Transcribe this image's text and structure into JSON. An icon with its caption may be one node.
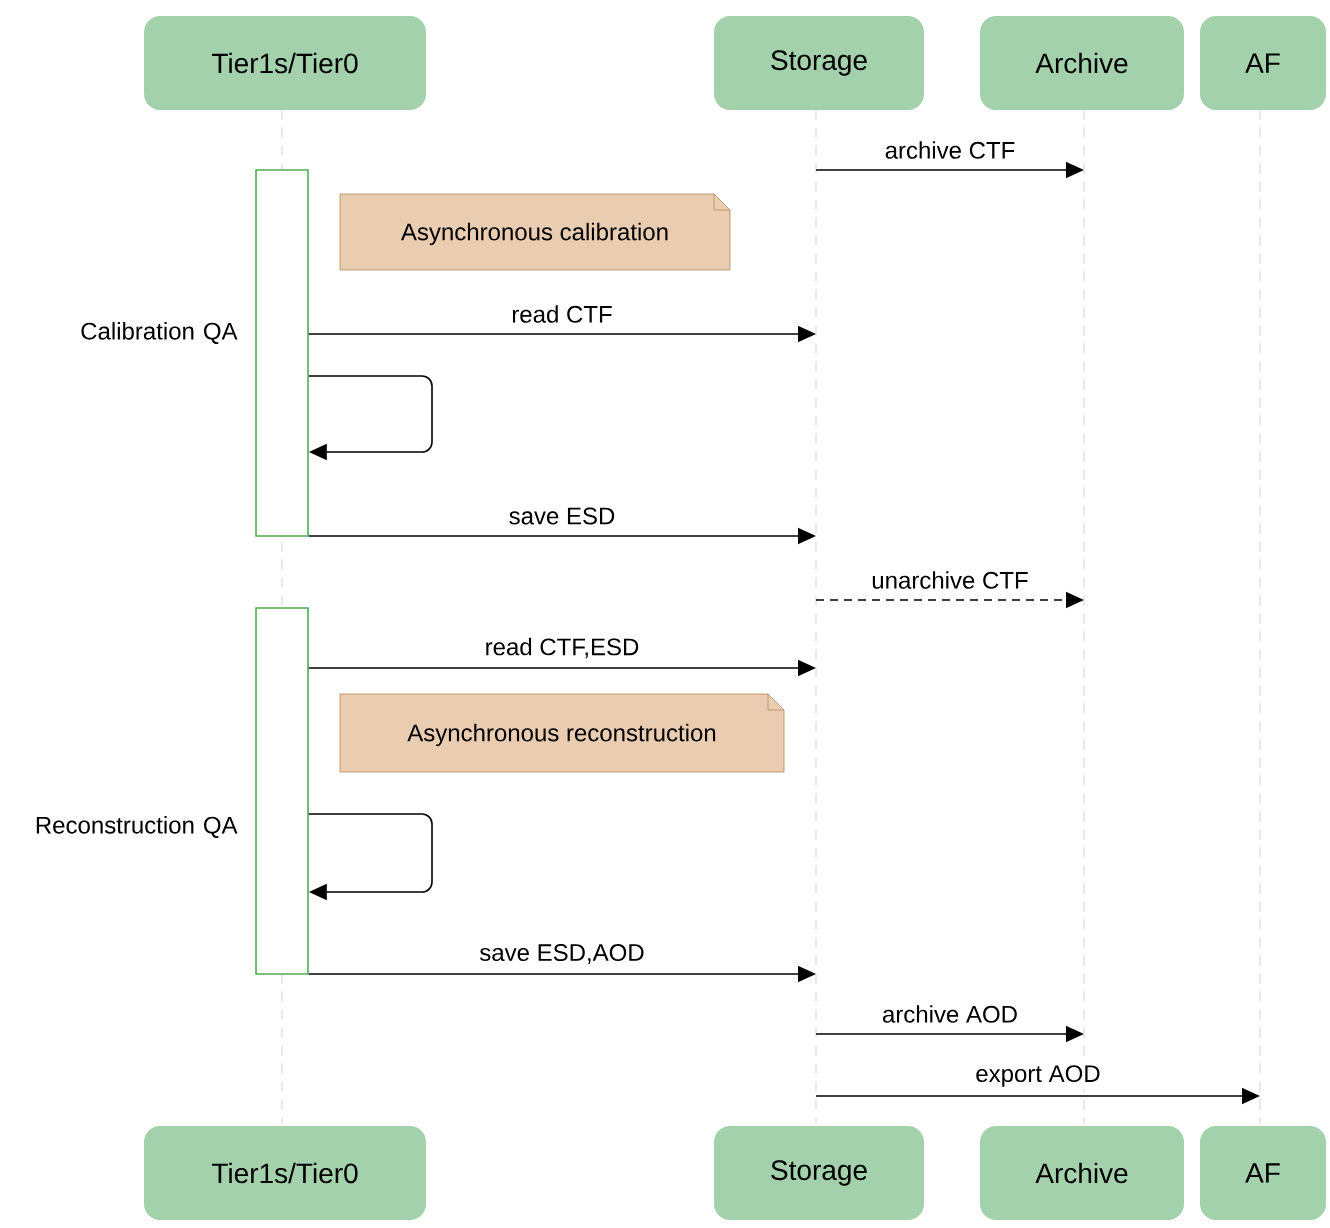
{
  "diagram": {
    "nodes": [
      {
        "text": [
          "Tier1s/Tier0"
        ]
      },
      {
        "text": [
          "Storage"
        ]
      },
      {
        "text": [
          "Archive"
        ]
      },
      {
        "text": [
          "AF"
        ]
      },
      {
        "text": [],
        "shape": "line"
      },
      {
        "text": [],
        "shape": "line"
      },
      {
        "text": [],
        "shape": "line"
      },
      {
        "text": [],
        "shape": "line"
      },
      {
        "text": [],
        "shape": "bar",
        "beside": [
          "Calibration QA"
        ]
      },
      {
        "text": [
          "Asynchronous calibration"
        ]
      },
      {
        "text": [],
        "shape": "bar",
        "beside": [
          "Reconstruction QA"
        ]
      },
      {
        "text": [
          "Asynchronous reconstruction"
        ]
      },
      {
        "text": [
          "Tier1s/Tier0"
        ]
      },
      {
        "text": [
          "Storage"
        ]
      },
      {
        "text": [
          "Archive"
        ]
      },
      {
        "text": [
          "AF"
        ]
      }
    ],
    "edges": [
      {
        "from": 5,
        "to": 6,
        "arrow": "to",
        "label": "archive CTF"
      },
      {
        "from": 8,
        "to": 5,
        "arrow": "to",
        "label": "read CTF"
      },
      {
        "from": 8,
        "to": 8,
        "arrow": "to"
      },
      {
        "from": 8,
        "to": 5,
        "arrow": "to",
        "label": "save ESD"
      },
      {
        "from": 5,
        "to": 6,
        "arrow": "to",
        "label": "unarchive CTF",
        "style": "dashed"
      },
      {
        "from": 10,
        "to": 5,
        "arrow": "to",
        "label": "read CTF,ESD"
      },
      {
        "from": 10,
        "to": 10,
        "arrow": "to"
      },
      {
        "from": 10,
        "to": 5,
        "arrow": "to",
        "label": "save ESD,AOD"
      },
      {
        "from": 5,
        "to": 6,
        "arrow": "to",
        "label": "archive AOD"
      },
      {
        "from": 5,
        "to": 7,
        "arrow": "to",
        "label": "export AOD"
      }
    ]
  }
}
